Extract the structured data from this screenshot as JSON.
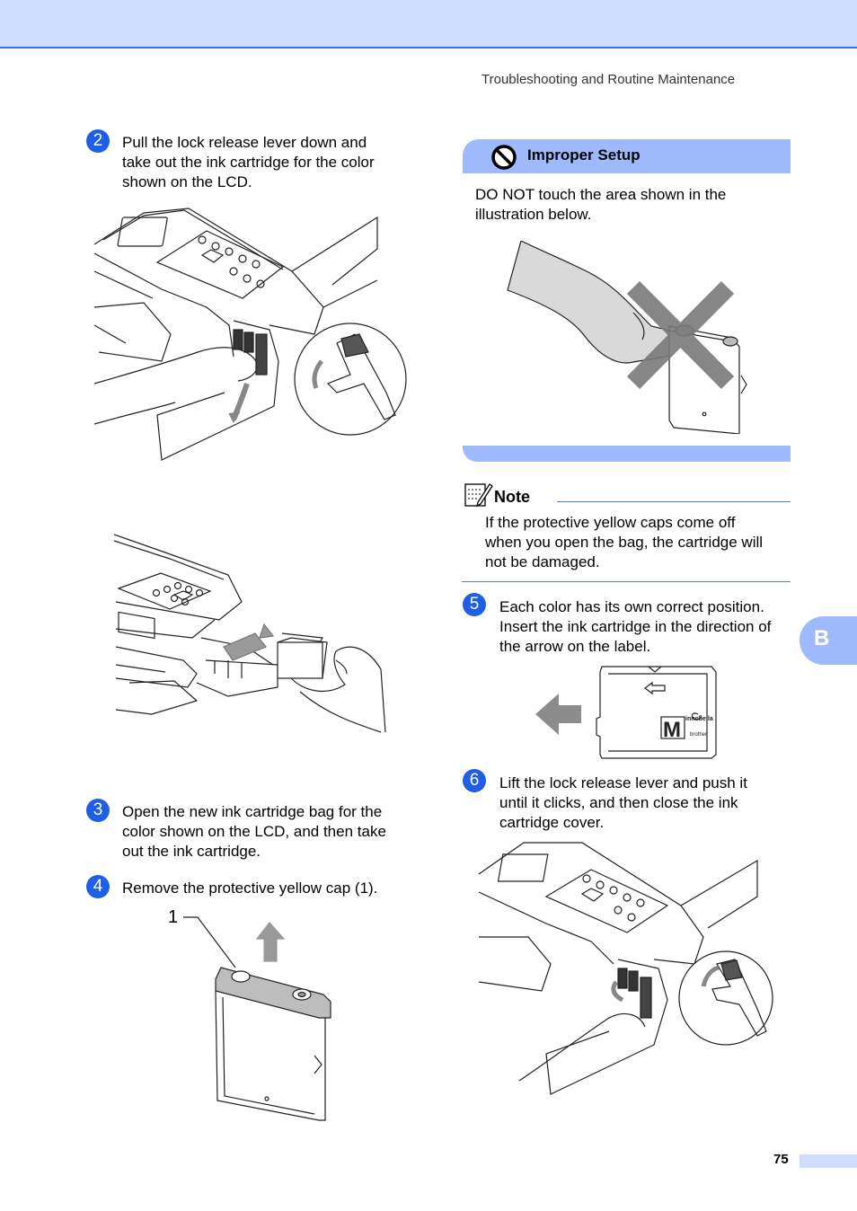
{
  "header": {
    "running_head": "Troubleshooting and Routine Maintenance"
  },
  "steps": [
    {
      "number": "2",
      "text_lines": [
        "Pull the lock release lever down and",
        "take out the ink cartridge for the color",
        "shown on the LCD."
      ]
    },
    {
      "number": "3",
      "text_lines": [
        "Open the new ink cartridge bag for the",
        "color shown on the LCD, and then take",
        "out the ink cartridge."
      ]
    },
    {
      "number": "4",
      "text_lines": [
        "Remove the protective yellow cap (1)."
      ]
    },
    {
      "number": "5",
      "text_lines": [
        "Each color has its own correct position.",
        "Insert the ink cartridge in the direction of",
        "the arrow on the label."
      ]
    },
    {
      "number": "6",
      "text_lines": [
        "Lift the lock release lever and push it",
        "until it clicks, and then close the ink",
        "cartridge cover."
      ]
    }
  ],
  "improper_setup": {
    "title": "Improper Setup",
    "text_lines": [
      "DO NOT touch the area shown in the",
      "illustration below."
    ]
  },
  "note": {
    "title": "Note",
    "text_lines": [
      "If the protective yellow caps come off",
      "when you open the bag, the cartridge will",
      "not be damaged."
    ]
  },
  "figure_labels": {
    "callout_1": "1",
    "cartridge_letter": "M",
    "cartridge_brand": "innobella",
    "cartridge_maker": "brother"
  },
  "side_tab": {
    "letter": "B"
  },
  "footer": {
    "page_number": "75"
  },
  "colors": {
    "accent_blue": "#1f5fe8",
    "panel_blue": "#9fbafc",
    "header_blue": "#cfdcfd"
  }
}
